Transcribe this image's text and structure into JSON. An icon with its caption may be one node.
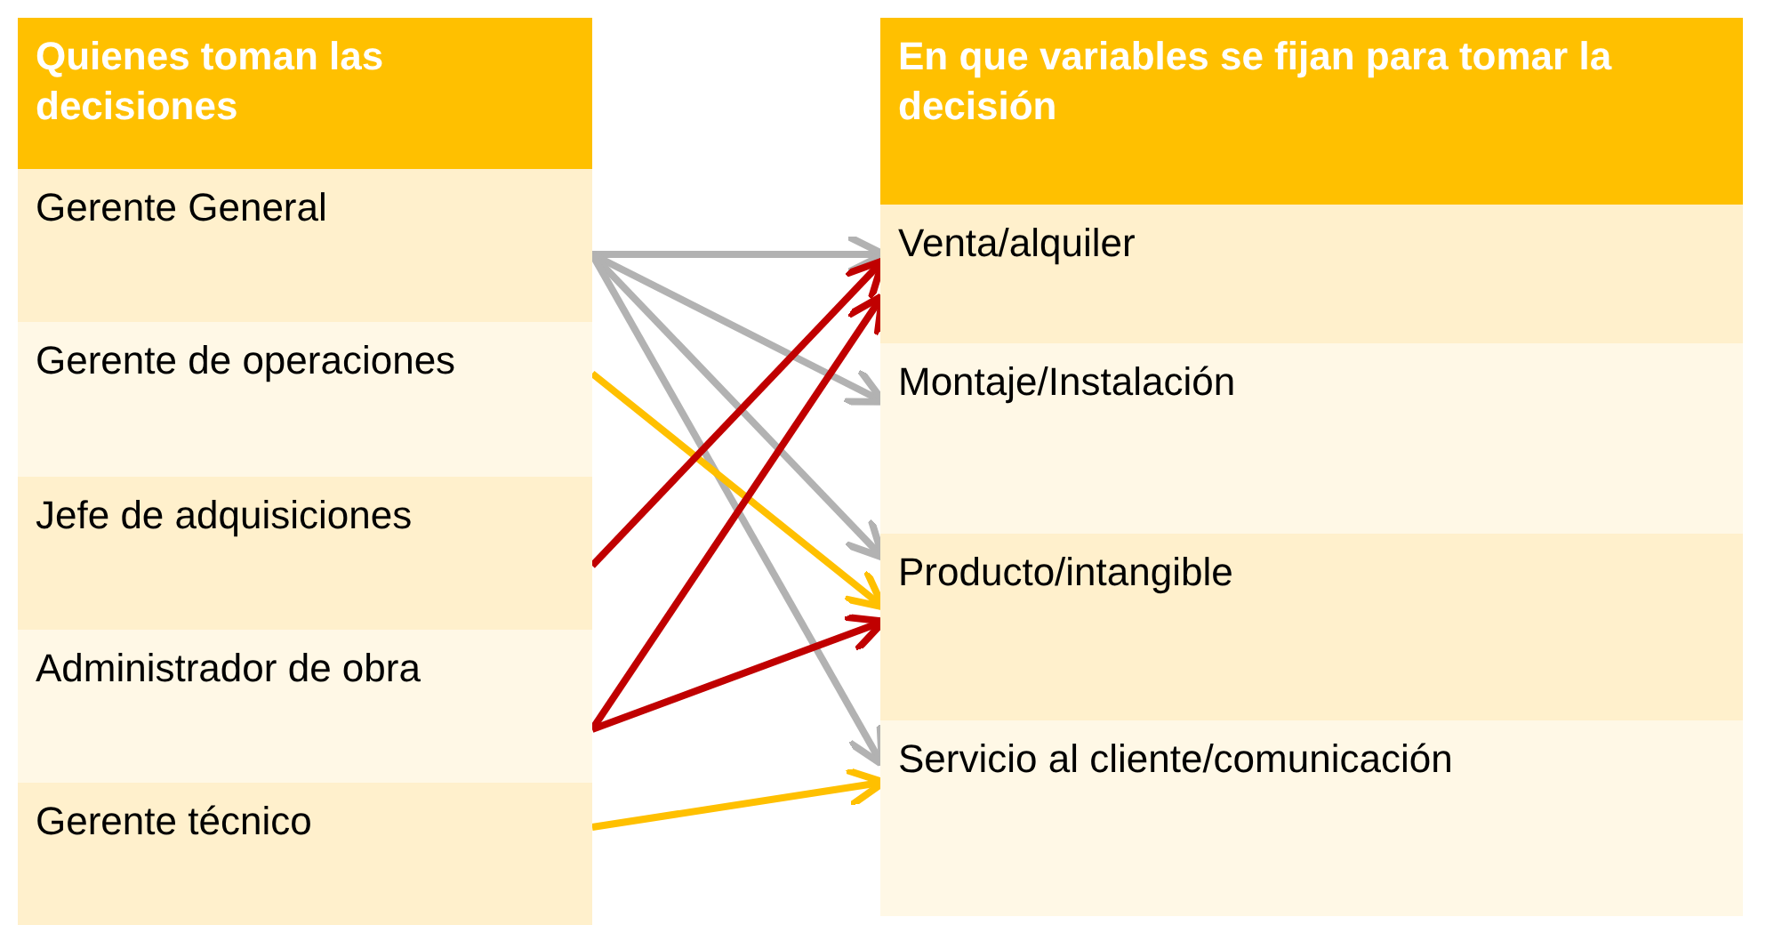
{
  "diagram": {
    "nodes": [
      {
        "text": [
          "Quienes toman las decisiones"
        ]
      },
      {
        "text": [
          "Gerente General"
        ]
      },
      {
        "text": [
          "Gerente de operaciones"
        ]
      },
      {
        "text": [
          "Jefe de adquisiciones"
        ]
      },
      {
        "text": [
          "Administrador de obra"
        ]
      },
      {
        "text": [
          "Gerente técnico"
        ]
      },
      {
        "text": [
          "En que variables se fijan para tomar la decisión"
        ]
      },
      {
        "text": [
          "Venta/alquiler"
        ]
      },
      {
        "text": [
          "Montaje/Instalación"
        ]
      },
      {
        "text": [
          "Producto/intangible"
        ]
      },
      {
        "text": [
          "Servicio al cliente/comunicación"
        ]
      }
    ],
    "edges": [
      {
        "from": 1,
        "to": 7,
        "arrow": "to"
      },
      {
        "from": 1,
        "to": 8,
        "arrow": "to"
      },
      {
        "from": 1,
        "to": 9,
        "arrow": "to"
      },
      {
        "from": 1,
        "to": 10,
        "arrow": "to"
      },
      {
        "from": 2,
        "to": 9,
        "arrow": "to",
        "color": "#ffc000"
      },
      {
        "from": 3,
        "to": 7,
        "arrow": "to",
        "color": "#c00000"
      },
      {
        "from": 4,
        "to": 7,
        "arrow": "to",
        "color": "#c00000"
      },
      {
        "from": 4,
        "to": 9,
        "arrow": "to",
        "color": "#c00000"
      },
      {
        "from": 5,
        "to": 10,
        "arrow": "to",
        "color": "#ffc000"
      }
    ]
  }
}
